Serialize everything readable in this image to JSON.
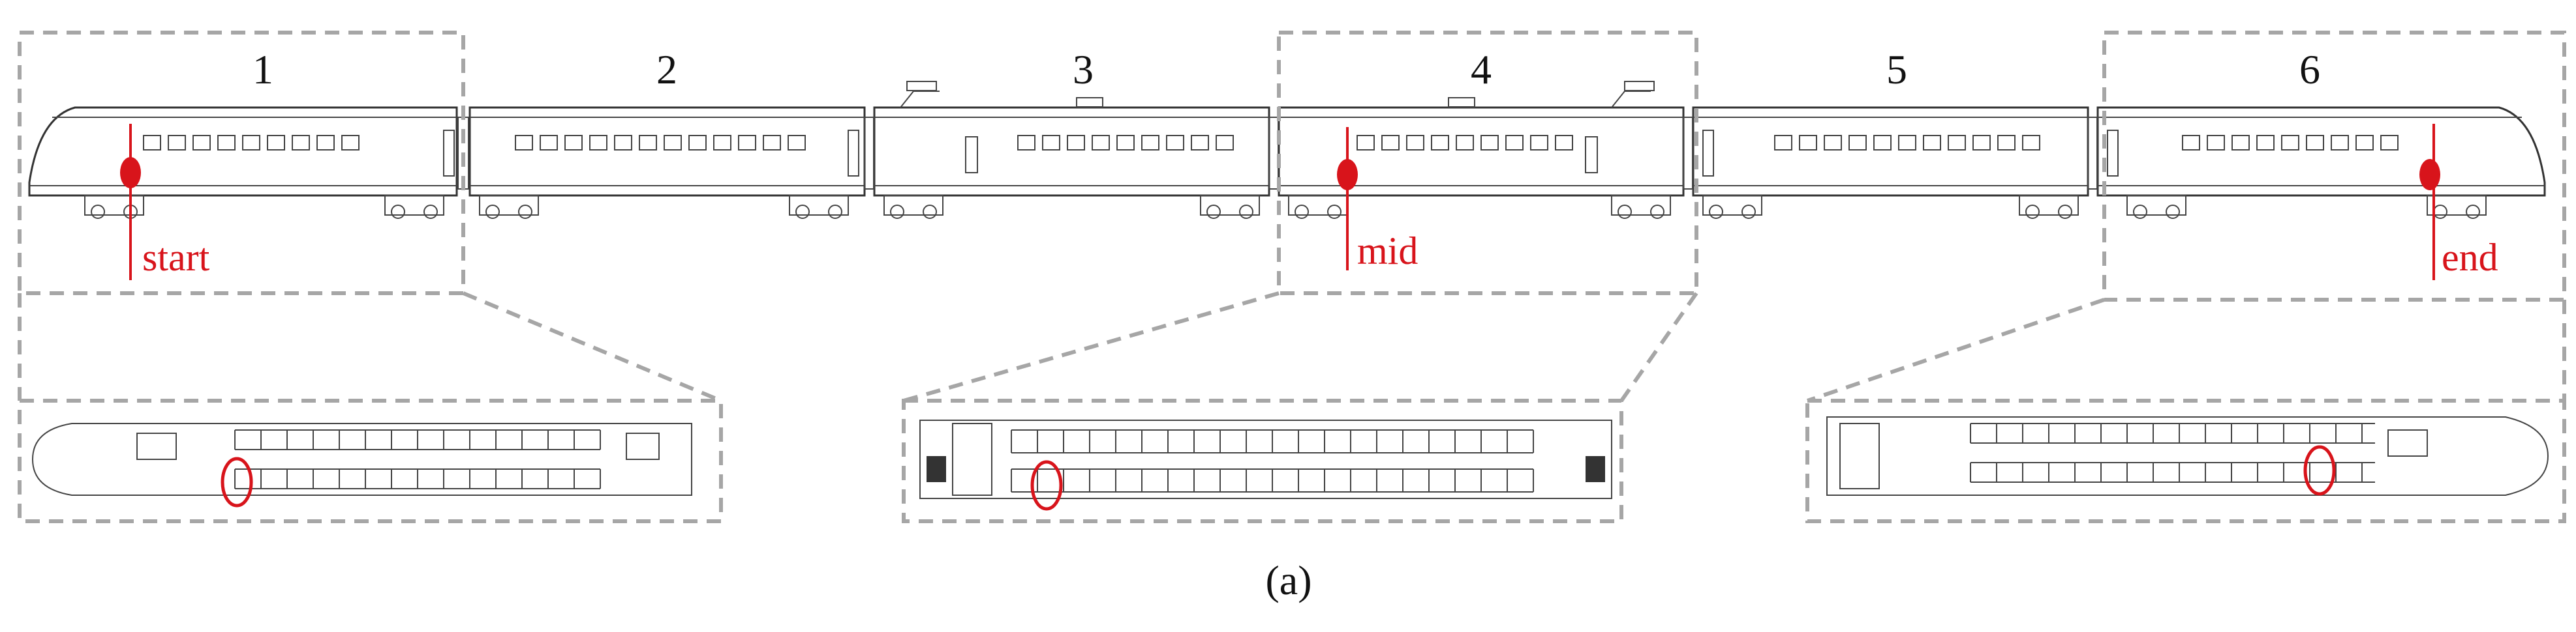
{
  "figure": {
    "caption": "(a)",
    "cars": [
      {
        "number": "1"
      },
      {
        "number": "2"
      },
      {
        "number": "3"
      },
      {
        "number": "4"
      },
      {
        "number": "5"
      },
      {
        "number": "6"
      }
    ],
    "markers": [
      {
        "label": "start",
        "car": 1
      },
      {
        "label": "mid",
        "car": 4
      },
      {
        "label": "end",
        "car": 6
      }
    ],
    "colors": {
      "marker": "#d8141b",
      "frame": "#a6a6a6",
      "drawing": "#333333"
    }
  }
}
